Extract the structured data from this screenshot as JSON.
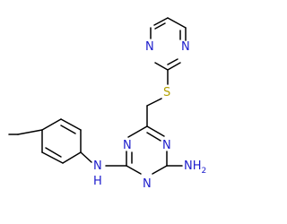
{
  "molecule": {
    "atom_colors": {
      "nitrogen": "#1c1ccc",
      "sulfur": "#b3a000",
      "carbon": "#000000"
    },
    "labels": {
      "pyrimidine_n1": "N",
      "pyrimidine_n3": "N",
      "sulfur": "S",
      "triazine_n1": "N",
      "triazine_n3": "N",
      "triazine_n5": "N",
      "amine_nh": "N",
      "amine_h": "H",
      "amino": "NH",
      "amino_subscript": "2"
    }
  }
}
